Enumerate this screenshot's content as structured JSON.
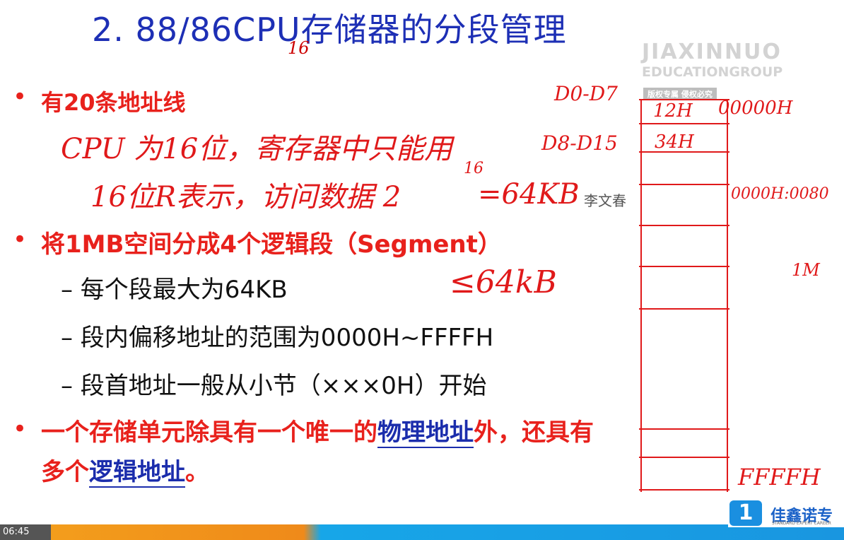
{
  "title": "2. 88/86CPU存储器的分段管理",
  "title_sub": "16",
  "watermark": {
    "line1": "JIAXINNUO",
    "line2": "EDUCATIONGROUP",
    "line3": "版权专属 侵权必究"
  },
  "bullets": {
    "b1": "有20条地址线",
    "b2": "将1MB空间分成4个逻辑段（Segment）",
    "b2_sub1": "– 每个段最大为64KB",
    "b2_sub2": "– 段内偏移地址的范围为0000H~FFFFH",
    "b2_sub3": "– 段首地址一般从小节（×××0H）开始",
    "b3_line1_a": "一个存储单元除具有一个唯一的",
    "b3_line1_link": "物理地址",
    "b3_line1_b": "外，还具有",
    "b3_line2_a": "多个",
    "b3_line2_link": "逻辑地址",
    "b3_line2_b": "。"
  },
  "handwriting": {
    "h1": "CPU 为16位，寄存器中只能用",
    "h2": "16位R表示，访问数据 2",
    "h2_exp": "16",
    "h2_tail": "=64KB",
    "h3": "≤64kB",
    "mem_label1": "D0-D7",
    "mem_label2": "D8-D15",
    "cell1": "12H",
    "cell2": "34H",
    "addr_top": "00000H",
    "addr_mid": "0000H:0080",
    "addr_bottom": "FFFFH",
    "side_note": "1M"
  },
  "presenter_name": "李文春",
  "timestamp": "06:45",
  "logo": {
    "mark": "1",
    "text": "佳鑫诺专",
    "sub": "STANDARD EXPERT CAREER"
  },
  "colors": {
    "title_blue": "#1d2fb5",
    "bullet_red": "#e8211c",
    "hand_red": "#e0191a",
    "link_blue": "#1b2dac"
  }
}
